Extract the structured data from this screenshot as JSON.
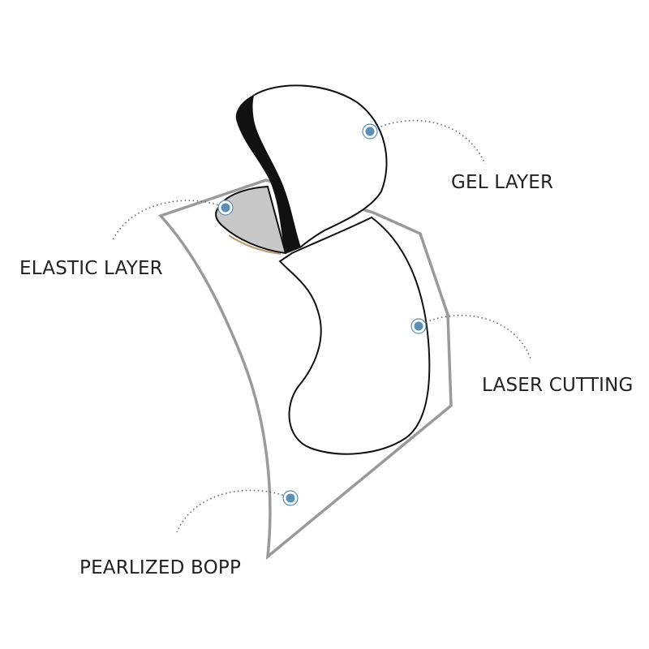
{
  "labels": {
    "gel_layer": "GEL LAYER",
    "elastic_layer": "ELASTIC LAYER",
    "laser_cutting": "LASER CUTTING",
    "pearlized_bopp": "PEARLIZED BOPP"
  },
  "colors": {
    "outline": "#111111",
    "backing": "#9a9a9a",
    "elastic_fill": "#c8c8c8",
    "marker": "#5a8fb8",
    "leader": "#666666",
    "text": "#222222"
  }
}
